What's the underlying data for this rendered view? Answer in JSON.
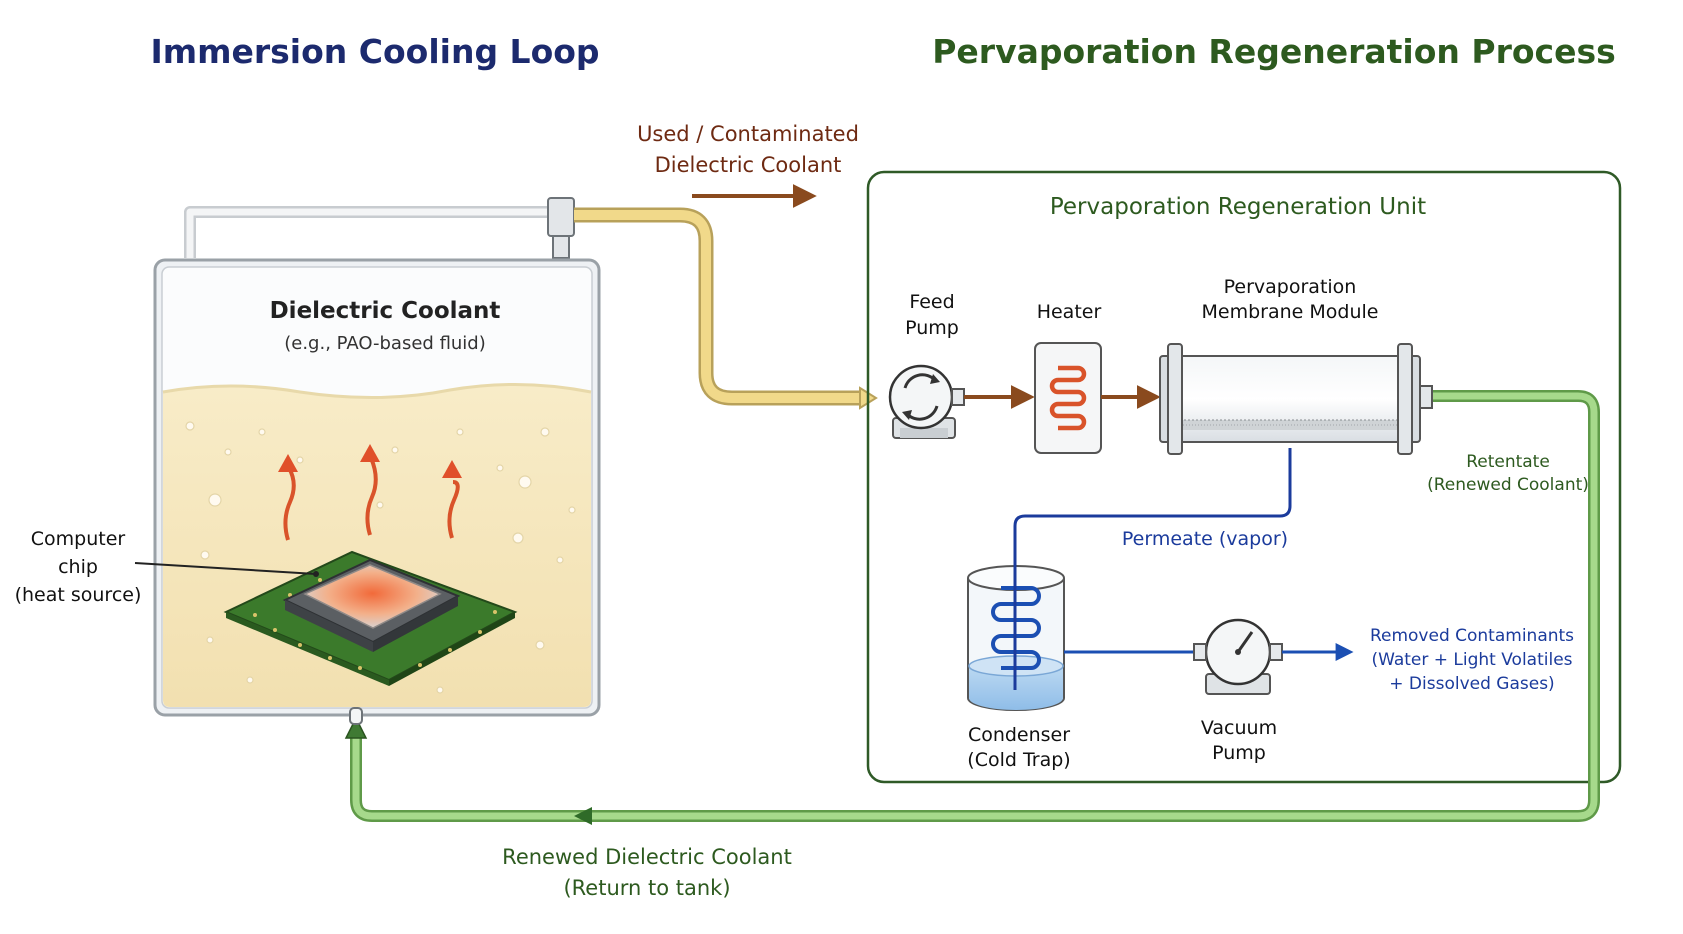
{
  "titles": {
    "left": "Immersion Cooling Loop",
    "right": "Pervaporation Regeneration Process"
  },
  "tank": {
    "fluid_name": "Dielectric Coolant",
    "fluid_example": "(e.g., PAO-based fluid)",
    "chip_label": [
      "Computer",
      "chip",
      "(heat source)"
    ]
  },
  "flows": {
    "used_coolant": [
      "Used / Contaminated",
      "Dielectric Coolant"
    ],
    "renewed_coolant": [
      "Renewed Dielectric Coolant",
      "(Return to tank)"
    ],
    "permeate": "Permeate (vapor)",
    "retentate": [
      "Retentate",
      "(Renewed Coolant)"
    ],
    "removed": [
      "Removed Contaminants",
      "(Water + Light Volatiles",
      "+ Dissolved Gases)"
    ]
  },
  "unit": {
    "title": "Pervaporation Regeneration Unit",
    "feed_pump": [
      "Feed",
      "Pump"
    ],
    "heater": "Heater",
    "membrane": [
      "Pervaporation",
      "Membrane Module"
    ],
    "condenser": [
      "Condenser",
      "(Cold Trap)"
    ],
    "vacuum_pump": [
      "Vacuum",
      "Pump"
    ]
  },
  "colors": {
    "title_left": "#1c2a6e",
    "title_right": "#2d5a1f",
    "used_flow": "#6e2a12",
    "renewed_flow": "#2d5a1f",
    "permeate": "#1b3b9c",
    "fluid": "#f5e7bf",
    "heater_coil": "#d9532a",
    "pipe_yellow": "#f1d98a",
    "pipe_green": "#98cf7c"
  }
}
